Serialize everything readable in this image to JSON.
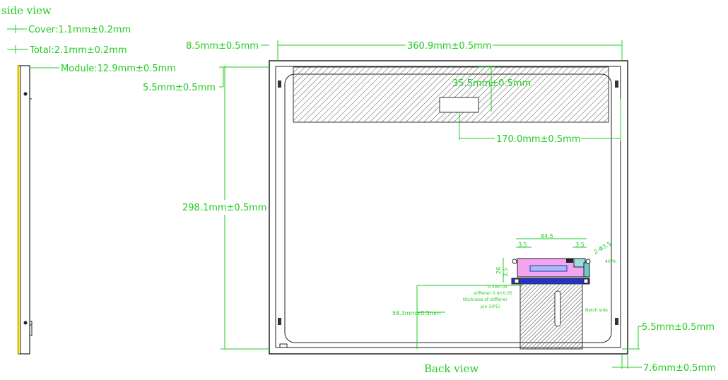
{
  "titles": {
    "side": "side view",
    "back": "Back view"
  },
  "side_dims": {
    "cover": "Cover:1.1mm±0.2mm",
    "total": "Total:2.1mm±0.2mm",
    "module": "Module:12.9mm±0.5mm"
  },
  "back_dims": {
    "top_offset": "8.5mm±0.5mm",
    "width": "360.9mm±0.5mm",
    "left_offset": "5.5mm±0.5mm",
    "height": "298.1mm±0.5mm",
    "window_height": "35.5mm±0.5mm",
    "window_x": "170.0mm±0.5mm",
    "connector_y": "58.3mm±0.5mm",
    "right_offset": "5.5mm±0.5mm",
    "bottom_offset": "7.6mm±0.5mm"
  },
  "pcb_labels": {
    "span": "84.5",
    "left_gap": "3.5",
    "right_gap": "3.5",
    "holes": "2-Φ3.5",
    "h1": "26",
    "h2": "3.5",
    "note1": "0.3±0.05",
    "note2": "stiffener 0.4±0.05",
    "note3": "thickness of stiffener",
    "note4": "pin 1(P1)",
    "note5": "Notch side",
    "note6": "40Pin"
  },
  "colors": {
    "dimension": "#22cc22",
    "outline": "#222222",
    "pcb_fill": "#f3a6f0",
    "connector": "#2233cc",
    "side_edge": "#e3c400"
  }
}
